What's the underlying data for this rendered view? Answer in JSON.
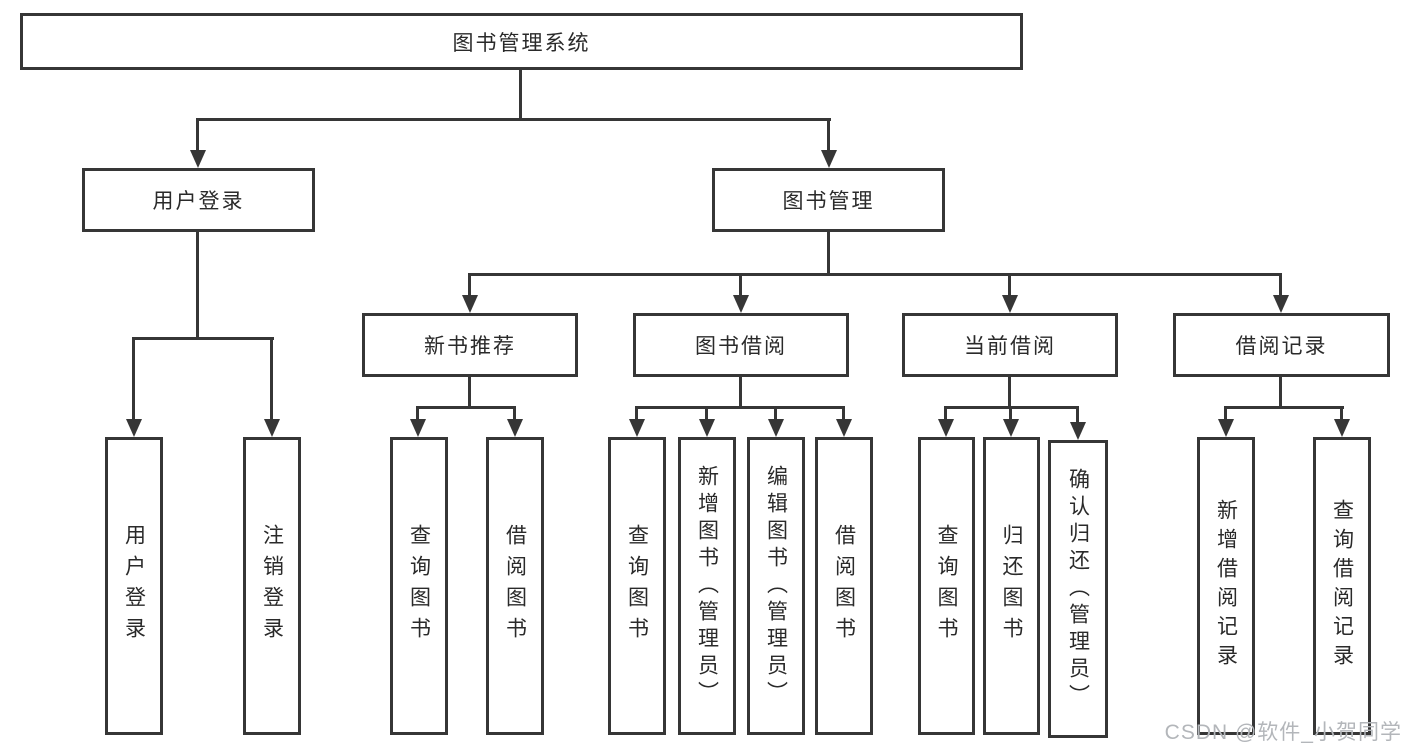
{
  "nodes": {
    "root": "图书管理系统",
    "level2": [
      "用户登录",
      "图书管理"
    ],
    "level3": [
      "新书推荐",
      "图书借阅",
      "当前借阅",
      "借阅记录"
    ],
    "user_children": [
      "用户登录",
      "注销登录"
    ],
    "recommend_children": [
      "查询图书",
      "借阅图书"
    ],
    "borrow_children": [
      "查询图书",
      "新增图书（管理员）",
      "编辑图书（管理员）",
      "借阅图书"
    ],
    "current_children": [
      "查询图书",
      "归还图书",
      "确认归还（管理员）"
    ],
    "record_children": [
      "新增借阅记录",
      "查询借阅记录"
    ]
  },
  "watermark": "CSDN @软件_小贺同学",
  "colors": {
    "line": "#363636",
    "text": "#2a2a2a",
    "box_fill": "#ffffff",
    "background": "#ffffff",
    "watermark": "#b3b6ba"
  }
}
